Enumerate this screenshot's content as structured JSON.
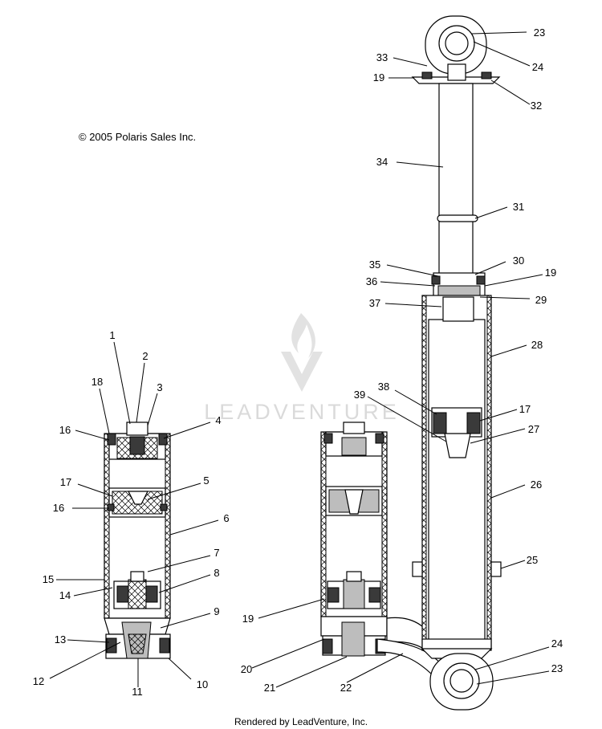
{
  "copyright": "© 2005 Polaris Sales Inc.",
  "footer": "Rendered by LeadVenture, Inc.",
  "watermark": "LEADVENTURE",
  "callouts": {
    "c1": "1",
    "c2": "2",
    "c3": "3",
    "c4": "4",
    "c5": "5",
    "c6": "6",
    "c7": "7",
    "c8": "8",
    "c9": "9",
    "c10": "10",
    "c11": "11",
    "c12": "12",
    "c13": "13",
    "c14": "14",
    "c15": "15",
    "c16a": "16",
    "c16b": "16",
    "c17a": "17",
    "c17b": "17",
    "c18": "18",
    "c19a": "19",
    "c19b": "19",
    "c19c": "19",
    "c20": "20",
    "c21": "21",
    "c22": "22",
    "c23a": "23",
    "c23b": "23",
    "c24a": "24",
    "c24b": "24",
    "c25": "25",
    "c26": "26",
    "c27": "27",
    "c28": "28",
    "c29": "29",
    "c30": "30",
    "c31": "31",
    "c32": "32",
    "c33": "33",
    "c34": "34",
    "c35": "35",
    "c36": "36",
    "c37": "37",
    "c38": "38",
    "c39": "39"
  }
}
